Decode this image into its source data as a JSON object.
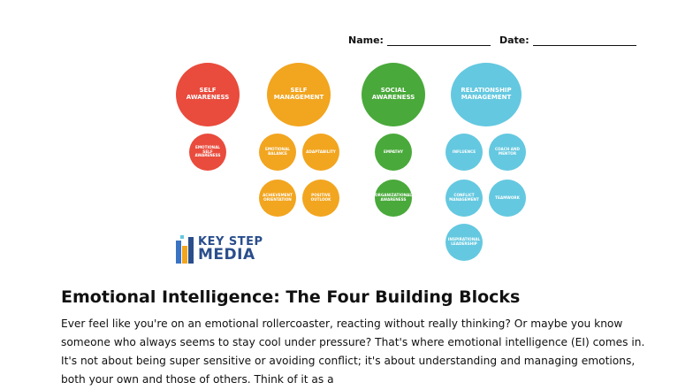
{
  "header": {
    "name_label": "Name:",
    "date_label": "Date:"
  },
  "colors": {
    "self_awareness": "#e94b3c",
    "self_management": "#f2a51f",
    "social_awareness": "#49a93a",
    "relationship_management": "#64c8e0",
    "logo": "#2a4e8c"
  },
  "diagram": {
    "self_awareness": {
      "label": "SELF AWARENESS",
      "items": [
        "EMOTIONAL SELF AWARENESS"
      ]
    },
    "self_management": {
      "label": "SELF MANAGEMENT",
      "items": [
        "EMOTIONAL BALANCE",
        "ADAPTABILITY",
        "ACHIEVEMENT ORIENTATION",
        "POSITIVE OUTLOOK"
      ]
    },
    "social_awareness": {
      "label": "SOCIAL AWARENESS",
      "items": [
        "EMPATHY",
        "ORGANIZATIONAL AWARENESS"
      ]
    },
    "relationship_management": {
      "label": "RELATIONSHIP MANAGEMENT",
      "items": [
        "INFLUENCE",
        "COACH AND MENTOR",
        "CONFLICT MANAGEMENT",
        "TEAMWORK",
        "INSPIRATIONAL LEADERSHIP"
      ]
    }
  },
  "logo": {
    "line1": "KEY STEP",
    "line2": "MEDIA"
  },
  "article": {
    "title": "Emotional Intelligence: The Four Building Blocks",
    "paragraph": "Ever feel like you're on an emotional rollercoaster, reacting without really thinking? Or maybe you know someone who always seems to stay cool under pressure? That's where emotional intelligence (EI) comes in. It's not about being super sensitive or avoiding conflict; it's about understanding and managing emotions, both your own and those of others. Think of it as a"
  }
}
